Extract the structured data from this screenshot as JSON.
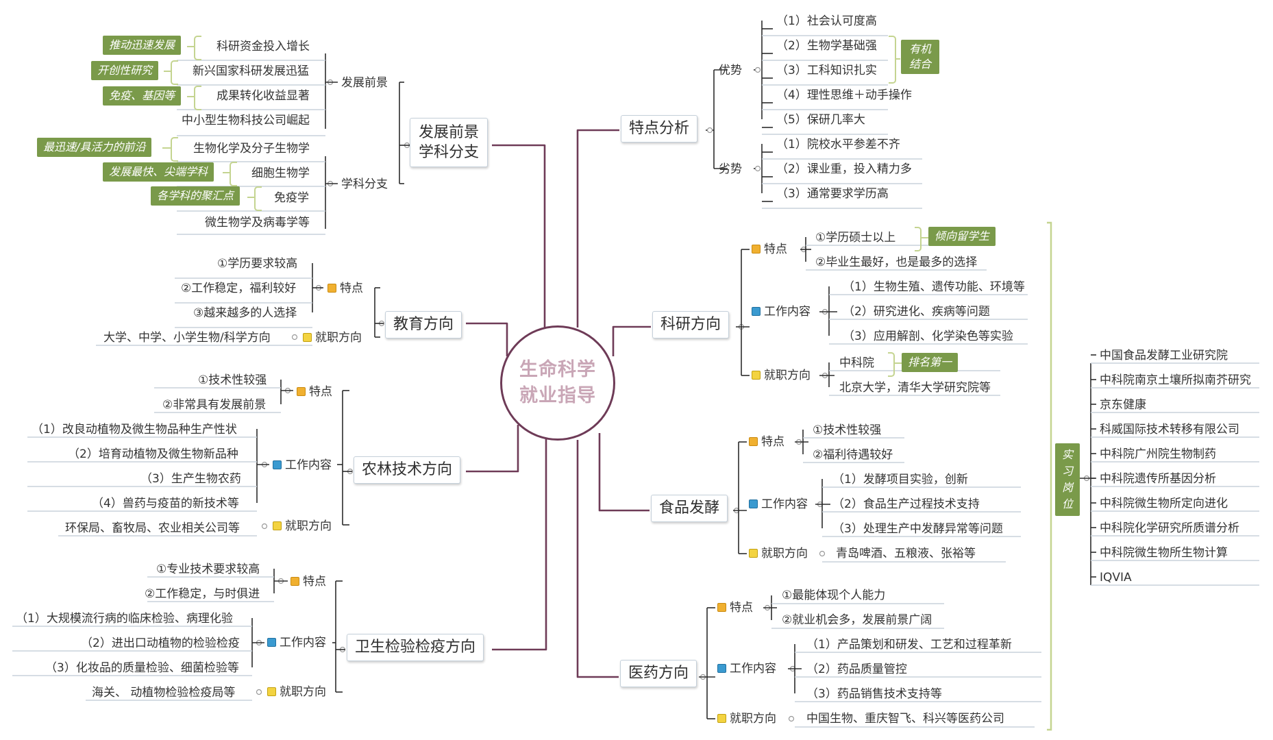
{
  "center": {
    "line1": "生命科学",
    "line2": "就业指导"
  },
  "tedian": {
    "title": "特点分析",
    "youshi": {
      "label": "优势",
      "items": [
        "（1）社会认可度高",
        "（2）生物学基础强",
        "（3）工科知识扎实",
        "（4）理性思维＋动手操作",
        "（5）保研几率大"
      ],
      "tag": "有机结合"
    },
    "lieshi": {
      "label": "劣势",
      "items": [
        "（1）院校水平参差不齐",
        "（2）课业重，投入精力多",
        "（3）通常要求学历高"
      ]
    }
  },
  "fazhan": {
    "title_line1": "发展前景",
    "title_line2": "学科分支",
    "qianjing": {
      "label": "发展前景",
      "items": [
        "科研资金投入增长",
        "新兴国家科研发展迅猛",
        "成果转化收益显著",
        "中小型生物科技公司崛起"
      ],
      "tags": [
        "推动迅速发展",
        "开创性研究",
        "免疫、基因等"
      ]
    },
    "fenzhi": {
      "label": "学科分支",
      "items": [
        "生物化学及分子生物学",
        "细胞生物学",
        "免疫学",
        "微生物学及病毒学等"
      ],
      "tags": [
        "最迅速/具活力的前沿",
        "发展最快、尖端学科",
        "各学科的聚汇点"
      ]
    }
  },
  "jiaoyu": {
    "title": "教育方向",
    "tedian": {
      "label": "特点",
      "items": [
        "①学历要求较高",
        "②工作稳定，福利较好",
        "③越来越多的人选择"
      ]
    },
    "jiuye": {
      "label": "就职方向",
      "item": "大学、中学、小学生物/科学方向"
    }
  },
  "nonglin": {
    "title": "农林技术方向",
    "tedian": {
      "label": "特点",
      "items": [
        "①技术性较强",
        "②非常具有发展前景"
      ]
    },
    "gongzuo": {
      "label": "工作内容",
      "items": [
        "（1）改良动植物及微生物品种生产性状",
        "（2）培育动植物及微生物新品种",
        "（3）生产生物农药",
        "（4）兽药与疫苗的新技术等"
      ]
    },
    "jiuye": {
      "label": "就职方向",
      "item": "环保局、畜牧局、农业相关公司等"
    }
  },
  "weisheng": {
    "title": "卫生检验检疫方向",
    "tedian": {
      "label": "特点",
      "items": [
        "①专业技术要求较高",
        "②工作稳定，与时俱进"
      ]
    },
    "gongzuo": {
      "label": "工作内容",
      "items": [
        "（1）大规模流行病的临床检验、病理化验",
        "（2）进出口动植物的检验检疫",
        "（3）化妆品的质量检验、细菌检验等"
      ]
    },
    "jiuye": {
      "label": "就职方向",
      "item": "海关、 动植物检验检疫局等"
    }
  },
  "keyan": {
    "title": "科研方向",
    "tedian": {
      "label": "特点",
      "items": [
        "①学历硕士以上",
        "②毕业生最好，也是最多的选择"
      ],
      "tag": "倾向留学生"
    },
    "gongzuo": {
      "label": "工作内容",
      "items": [
        "（1）生物生殖、遗传功能、环境等",
        "（2）研究进化、疾病等问题",
        "（3）应用解剖、化学染色等实验"
      ]
    },
    "jiuye": {
      "label": "就职方向",
      "items": [
        "中科院",
        "北京大学，清华大学研究院等"
      ],
      "tag": "排名第一"
    }
  },
  "shipin": {
    "title": "食品发酵",
    "tedian": {
      "label": "特点",
      "items": [
        "①技术性较强",
        "②福利待遇较好"
      ]
    },
    "gongzuo": {
      "label": "工作内容",
      "items": [
        "（1）发酵项目实验，创新",
        "（2）食品生产过程技术支持",
        "（3）处理生产中发酵异常等问题"
      ]
    },
    "jiuye": {
      "label": "就职方向",
      "item": "青岛啤酒、五粮液、张裕等"
    }
  },
  "yiyao": {
    "title": "医药方向",
    "tedian": {
      "label": "特点",
      "items": [
        "①最能体现个人能力",
        "②就业机会多，发展前景广阔"
      ]
    },
    "gongzuo": {
      "label": "工作内容",
      "items": [
        "（1）产品策划和研发、工艺和过程革新",
        "（2）药品质量管控",
        "（3）药品销售技术支持等"
      ]
    },
    "jiuye": {
      "label": "就职方向",
      "item": "中国生物、重庆智飞、科兴等医药公司"
    }
  },
  "shixi": {
    "label": "实习岗位",
    "items": [
      "中国食品发酵工业研究院",
      "中科院南京土壤所拟南芥研究",
      "京东健康",
      "科威国际技术转移有限公司",
      "中科院广州院生物制药",
      "中科院遗传所基因分析",
      "中科院微生物所定向进化",
      "中科院化学研究所质谱分析",
      "中科院微生物所生物计算",
      "IQVIA"
    ]
  },
  "colors": {
    "branch": "#6e3b57",
    "sub": "#2b2b2b",
    "underline": "#c8d2dc",
    "tag": "#7a9a4a",
    "brace": "#c4d490"
  }
}
